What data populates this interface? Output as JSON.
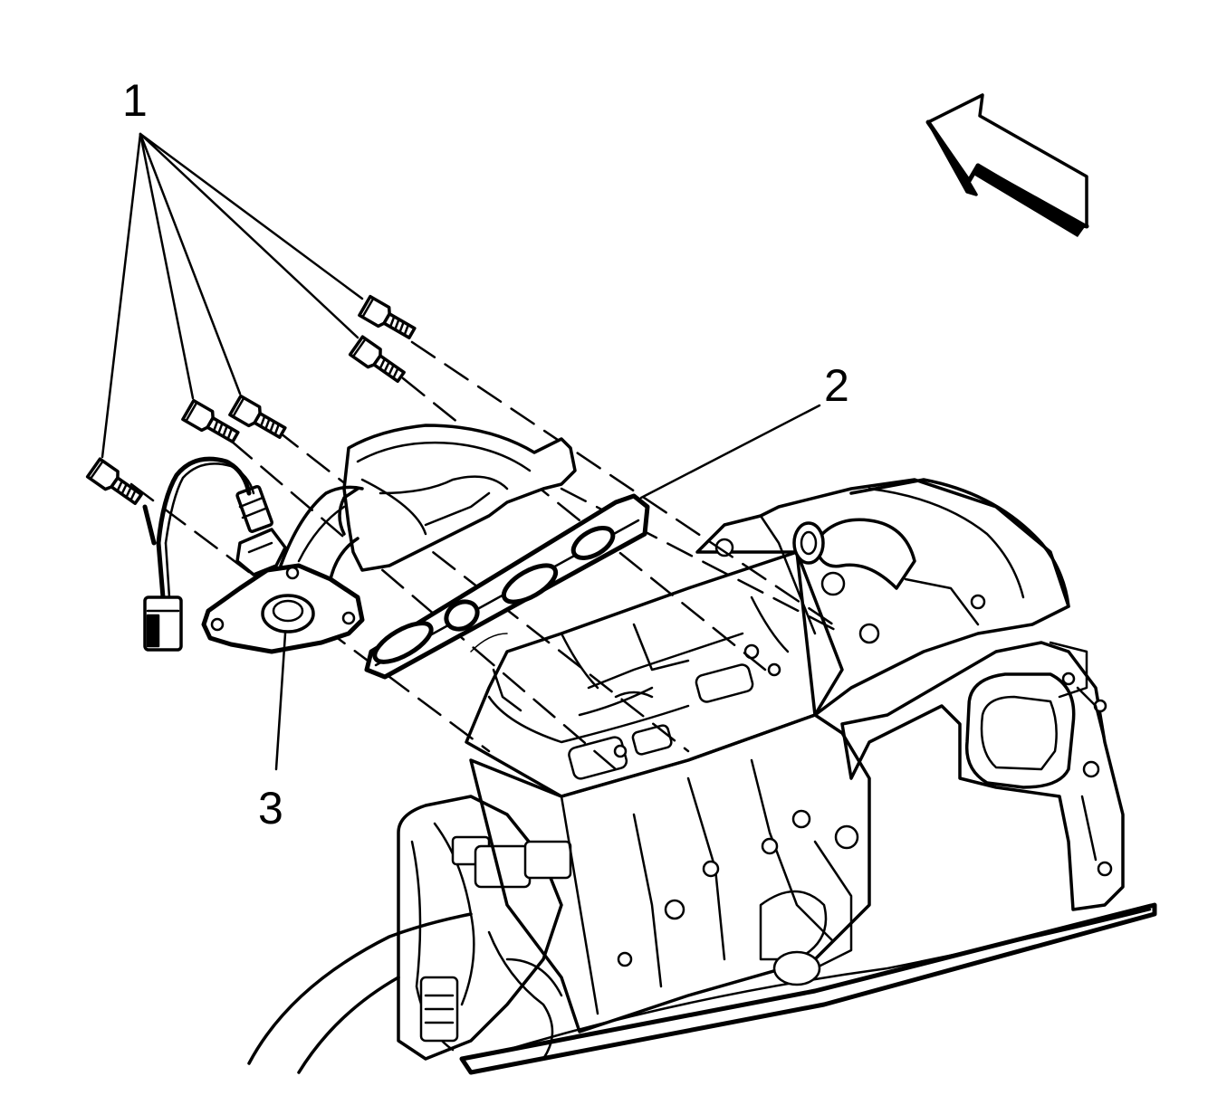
{
  "callouts": [
    {
      "id": "1",
      "text": "1"
    },
    {
      "id": "2",
      "text": "2"
    },
    {
      "id": "3",
      "text": "3"
    }
  ],
  "colors": {
    "ink": "#000000",
    "background": "#ffffff"
  },
  "icons": {
    "direction_arrow": "view-direction-arrow-icon"
  }
}
